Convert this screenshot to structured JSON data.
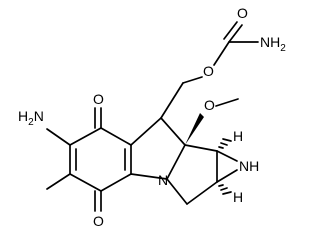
{
  "atoms": {
    "o_top": "O",
    "nh2_top_main": "NH",
    "nh2_top_sub": "2",
    "o_ester": "O",
    "o_methoxy": "O",
    "h2n_left_main": "H",
    "h2n_left_sub": "2",
    "h2n_left_n": "N",
    "o_quinone_top": "O",
    "o_quinone_bottom": "O",
    "n_ring": "N",
    "nh_aziridine": "NH",
    "h_top": "H",
    "h_bottom": "H"
  },
  "colors": {
    "ink": "#000000",
    "background": "#ffffff"
  }
}
